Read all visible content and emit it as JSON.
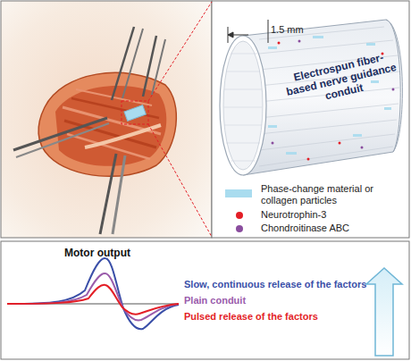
{
  "diagram": {
    "labels": [
      "1.5 mm",
      "Electrospun fiber-based nerve guidance conduit",
      "Motor output",
      "Slow, continuous release of the factors",
      "Plain conduit",
      "Pulsed release of the factors"
    ],
    "legend": [
      {
        "text": "Phase-change material or collagen particles",
        "color": "#a9dcef"
      },
      {
        "text": "Neurotrophin-3",
        "color": "#e31e26"
      },
      {
        "text": "Chondroitinase ABC",
        "color": "#8a4d9e"
      }
    ]
  }
}
